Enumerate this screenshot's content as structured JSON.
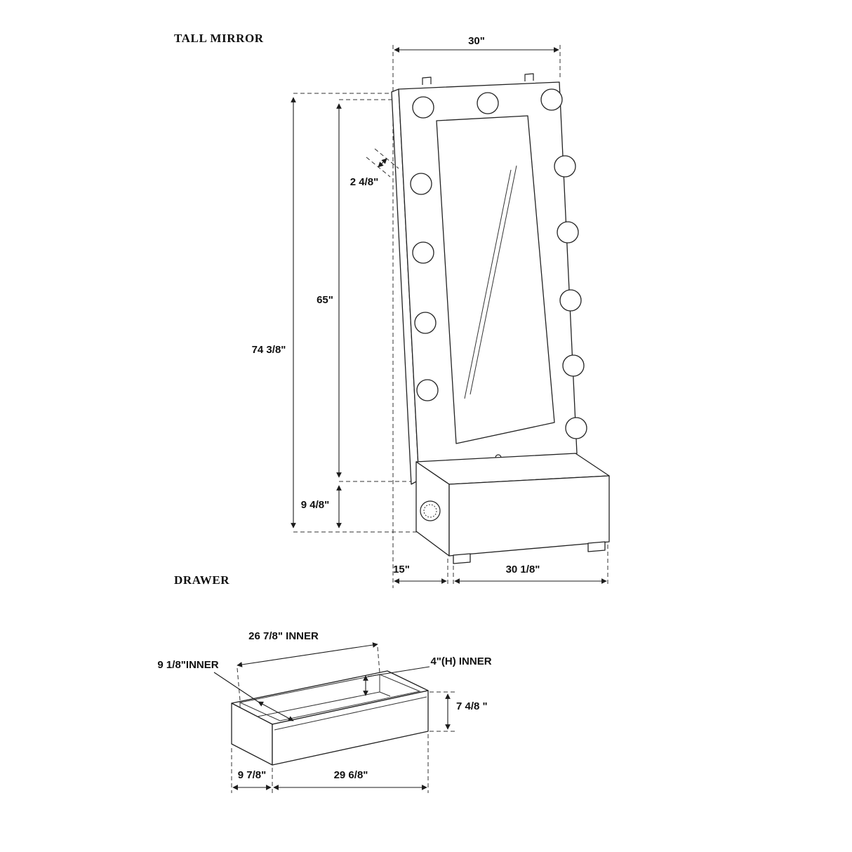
{
  "labels": {
    "mirror_title": "TALL MIRROR",
    "drawer_title": "DRAWER"
  },
  "mirror_dimensions": {
    "top_width": "30\"",
    "frame_depth": "2 4/8\"",
    "mirror_height": "65\"",
    "overall_height": "74 3/8\"",
    "base_height": "9 4/8\"",
    "base_depth": "15\"",
    "base_width": "30 1/8\""
  },
  "drawer_dimensions": {
    "inner_width": "26 7/8\" INNER",
    "inner_depth": "9 1/8\"INNER",
    "inner_height": "4\"(H) INNER",
    "front_height": "7 4/8 \"",
    "outer_depth": "9 7/8\"",
    "outer_width": "29 6/8\""
  },
  "drawing": {
    "bulb_count": 12,
    "line_color": "#1f1f1f",
    "background": "#ffffff"
  }
}
